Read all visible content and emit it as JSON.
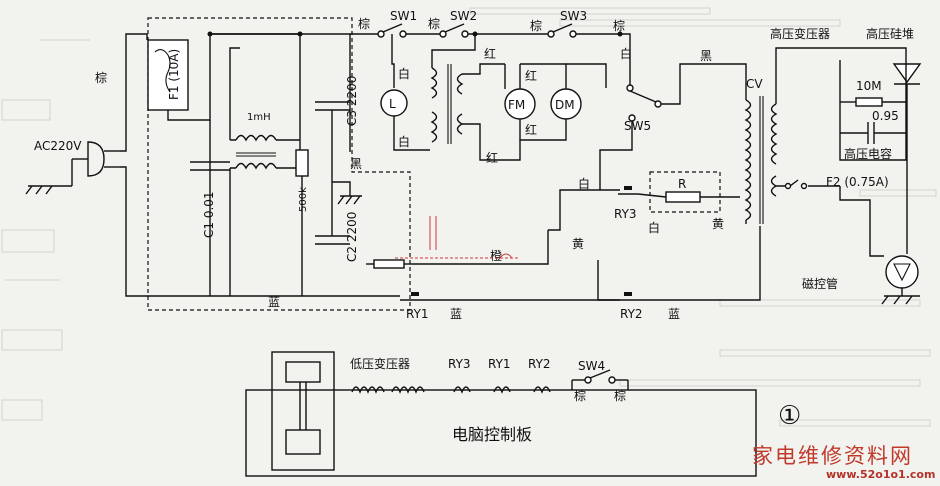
{
  "labels": {
    "brown_left": "棕",
    "ac_source": "AC220V",
    "fuse_f1": "F1 (10A)",
    "cap_c1": "C1 0.01",
    "inductor": "1mH",
    "cap_c3": "C3 2200",
    "cap_c2": "C2 2200",
    "resistor_500k": "500k",
    "black_left": "黑",
    "blue_left": "蓝",
    "sw1": "SW1",
    "sw2": "SW2",
    "sw3": "SW3",
    "sw5": "SW5",
    "brown_1": "棕",
    "brown_2": "棕",
    "brown_3": "棕",
    "brown_4": "棕",
    "lamp": "L",
    "white_lamp_top": "白",
    "white_lamp_bottom": "白",
    "red_1": "红",
    "red_2": "红",
    "red_3": "红",
    "red_4": "红",
    "fan_motor": "FM",
    "drive_motor": "DM",
    "white_sw3": "白",
    "black_top": "黑",
    "white_ry3": "白",
    "white_r": "白",
    "relay_ry3": "RY3",
    "resistor_r": "R",
    "yellow_1": "黄",
    "yellow_2": "黄",
    "orange": "橙",
    "relay_ry1": "RY1",
    "blue_mid": "蓝",
    "relay_ry2": "RY2",
    "blue_right": "蓝",
    "ht_transformer": "高压变压器",
    "ht_rectifier": "高压硅堆",
    "cv": "CV",
    "res_10m": "10M",
    "cap_095": "0.95",
    "ht_cap": "高压电容",
    "fuse_f2": "F2 (0.75A)",
    "magnetron": "磁控管",
    "lv_transformer": "低压变压器",
    "board_ry3": "RY3",
    "board_ry1": "RY1",
    "board_ry2": "RY2",
    "sw4": "SW4",
    "brown_sw4_a": "棕",
    "brown_sw4_b": "棕",
    "control_board": "电脑控制板",
    "figure_number": "①"
  },
  "watermark": {
    "text": "家电维修资料网",
    "url": "www.52o1o1.com"
  }
}
